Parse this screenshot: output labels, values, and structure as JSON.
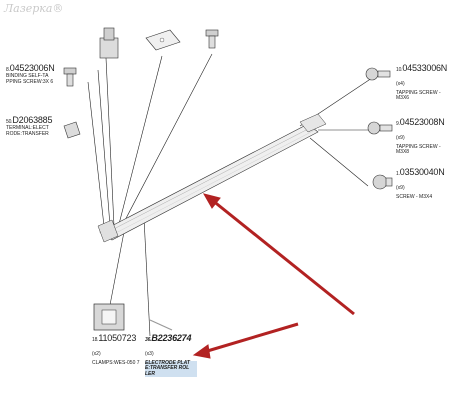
{
  "watermark": "Лазерка®",
  "parts": [
    {
      "id": "p8",
      "index": "8.",
      "number": "04523006N",
      "qty": "",
      "desc": "BINDING SELF-TA PPING SCREW:3X 6"
    },
    {
      "id": "p50",
      "index": "50.",
      "number": "D2063885",
      "qty": "",
      "desc": "TERMINAL:ELECT RODE:TRANSFER"
    },
    {
      "id": "p10",
      "index": "10.",
      "number": "04533006N",
      "qty": "(x4)",
      "desc": "TAPPING SCREW - M3X6"
    },
    {
      "id": "p9",
      "index": "9.",
      "number": "04523008N",
      "qty": "(x9)",
      "desc": "TAPPING SCREW - M3X8"
    },
    {
      "id": "p1",
      "index": "1.",
      "number": "03530040N",
      "qty": "(x9)",
      "desc": "SCREW - M3X4"
    },
    {
      "id": "p18",
      "index": "18.",
      "number": "11050723",
      "qty": "(x2)",
      "desc": "CLAMPS:WES-050 7"
    },
    {
      "id": "p36",
      "index": "36.",
      "number": "B2236274",
      "qty": "(x3)",
      "desc": "ELECTRODE PLAT E:TRANSFER ROL LER"
    }
  ],
  "colors": {
    "arrow": "#b22222",
    "line": "#222222",
    "highlight": "#cfe0f0",
    "part": "#d9d9d9"
  }
}
